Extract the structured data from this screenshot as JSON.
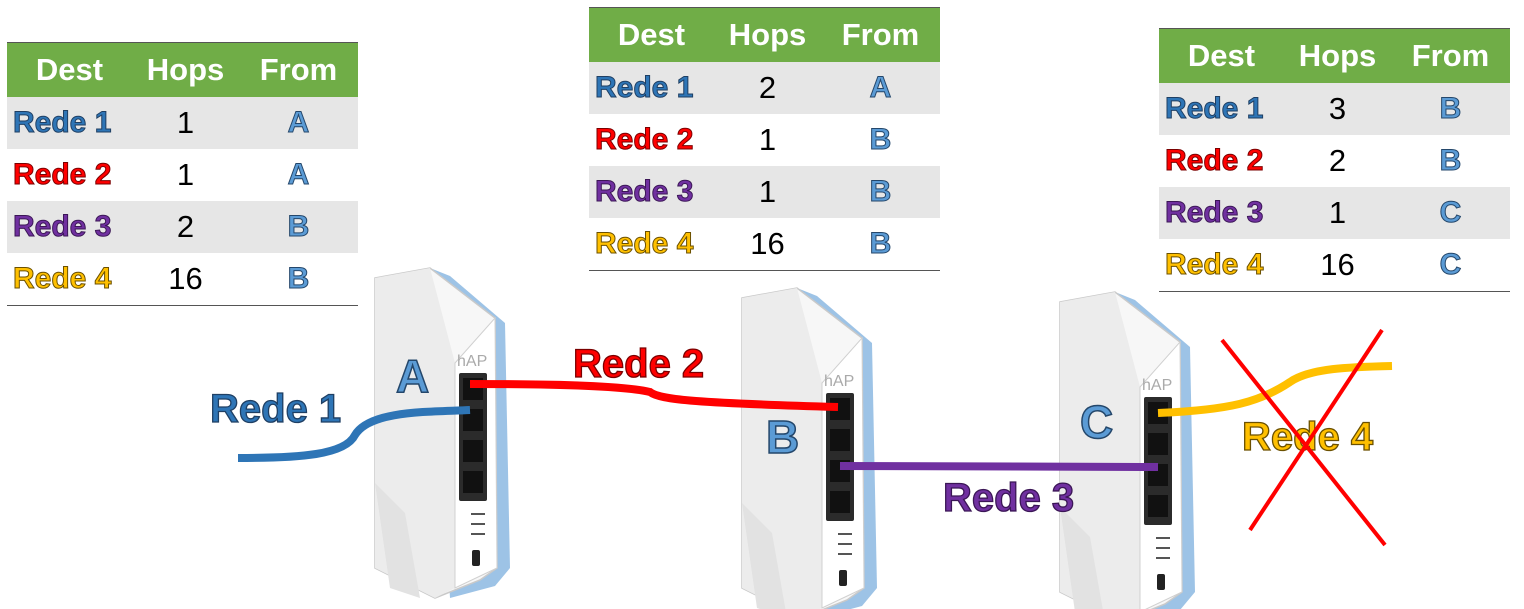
{
  "tables": {
    "a": {
      "headers": [
        "Dest",
        "Hops",
        "From"
      ],
      "rows": [
        {
          "dest": "Rede 1",
          "hops": "1",
          "from": "A"
        },
        {
          "dest": "Rede 2",
          "hops": "1",
          "from": "A"
        },
        {
          "dest": "Rede 3",
          "hops": "2",
          "from": "B"
        },
        {
          "dest": "Rede 4",
          "hops": "16",
          "from": "B"
        }
      ]
    },
    "b": {
      "headers": [
        "Dest",
        "Hops",
        "From"
      ],
      "rows": [
        {
          "dest": "Rede 1",
          "hops": "2",
          "from": "A"
        },
        {
          "dest": "Rede 2",
          "hops": "1",
          "from": "B"
        },
        {
          "dest": "Rede 3",
          "hops": "1",
          "from": "B"
        },
        {
          "dest": "Rede 4",
          "hops": "16",
          "from": "B"
        }
      ]
    },
    "c": {
      "headers": [
        "Dest",
        "Hops",
        "From"
      ],
      "rows": [
        {
          "dest": "Rede 1",
          "hops": "3",
          "from": "B"
        },
        {
          "dest": "Rede 2",
          "hops": "2",
          "from": "B"
        },
        {
          "dest": "Rede 3",
          "hops": "1",
          "from": "C"
        },
        {
          "dest": "Rede 4",
          "hops": "16",
          "from": "C"
        }
      ]
    }
  },
  "routers": {
    "a": {
      "label": "A",
      "brand": "hAP"
    },
    "b": {
      "label": "B",
      "brand": "hAP"
    },
    "c": {
      "label": "C",
      "brand": "hAP"
    }
  },
  "networks": {
    "rede1": {
      "label": "Rede 1",
      "color": "#2e75b6"
    },
    "rede2": {
      "label": "Rede 2",
      "color": "#ff0000"
    },
    "rede3": {
      "label": "Rede 3",
      "color": "#7030a0"
    },
    "rede4": {
      "label": "Rede 4",
      "color": "#ffc000",
      "status": "down"
    }
  },
  "colors": {
    "header_green": "#70ad47",
    "from_blue": "#5b9bd5",
    "router_accent": "#9dc3e6"
  }
}
